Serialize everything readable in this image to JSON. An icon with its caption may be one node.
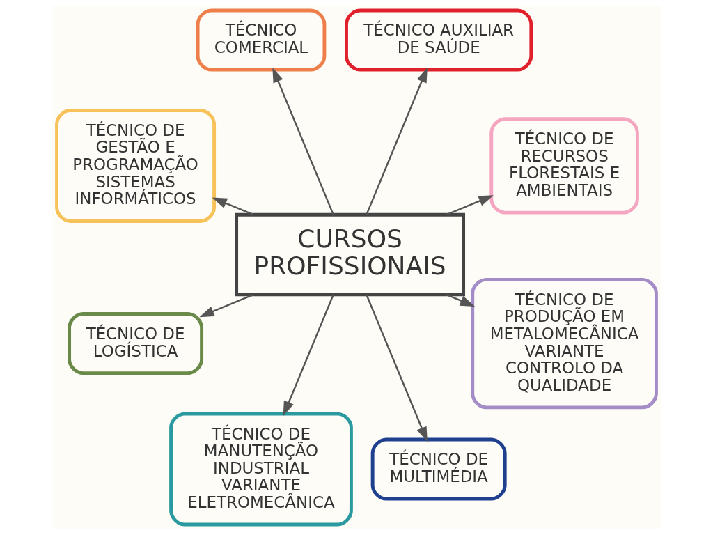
{
  "diagram": {
    "nodes": [
      {
        "text": [
          "CURSOS PROFISSIONAIS"
        ]
      },
      {
        "text": [
          "TÉCNICO DE RECURSOS FLORESTAIS E AMBIENTAIS"
        ]
      },
      {
        "text": [
          "TÉCNICO AUXILIAR DE SAÚDE"
        ]
      },
      {
        "text": [
          "TÉCNICO COMERCIAL"
        ]
      },
      {
        "text": [
          "TÉCNICO DE PRODUÇÃO EM METALOMECÂNICA VARIANTE CONTROLO DA QUALIDADE"
        ]
      },
      {
        "text": [
          "TÉCNICO DE GESTÃO E PROGRAMAÇÃO SISTEMAS INFORMÁTICOS"
        ]
      },
      {
        "text": [
          "TÉCNICO DE MULTIMÉDIA"
        ]
      },
      {
        "text": [
          "TÉCNICO DE MANUTENÇÃO INDUSTRIAL VARIANTE ELETROMECÂNICA"
        ]
      },
      {
        "text": [
          "TÉCNICO DE LOGÍSTICA"
        ]
      }
    ],
    "edges": [
      {
        "from": 0,
        "to": 1,
        "arrow": "to"
      },
      {
        "from": 0,
        "to": 2,
        "arrow": "to"
      },
      {
        "from": 0,
        "to": 3,
        "arrow": "to"
      },
      {
        "from": 0,
        "to": 4,
        "arrow": "to"
      },
      {
        "from": 0,
        "to": 5,
        "arrow": "to"
      },
      {
        "from": 0,
        "to": 6,
        "arrow": "to"
      },
      {
        "from": 0,
        "to": 7,
        "arrow": "to"
      },
      {
        "from": 0,
        "to": 8,
        "arrow": "to"
      }
    ]
  }
}
